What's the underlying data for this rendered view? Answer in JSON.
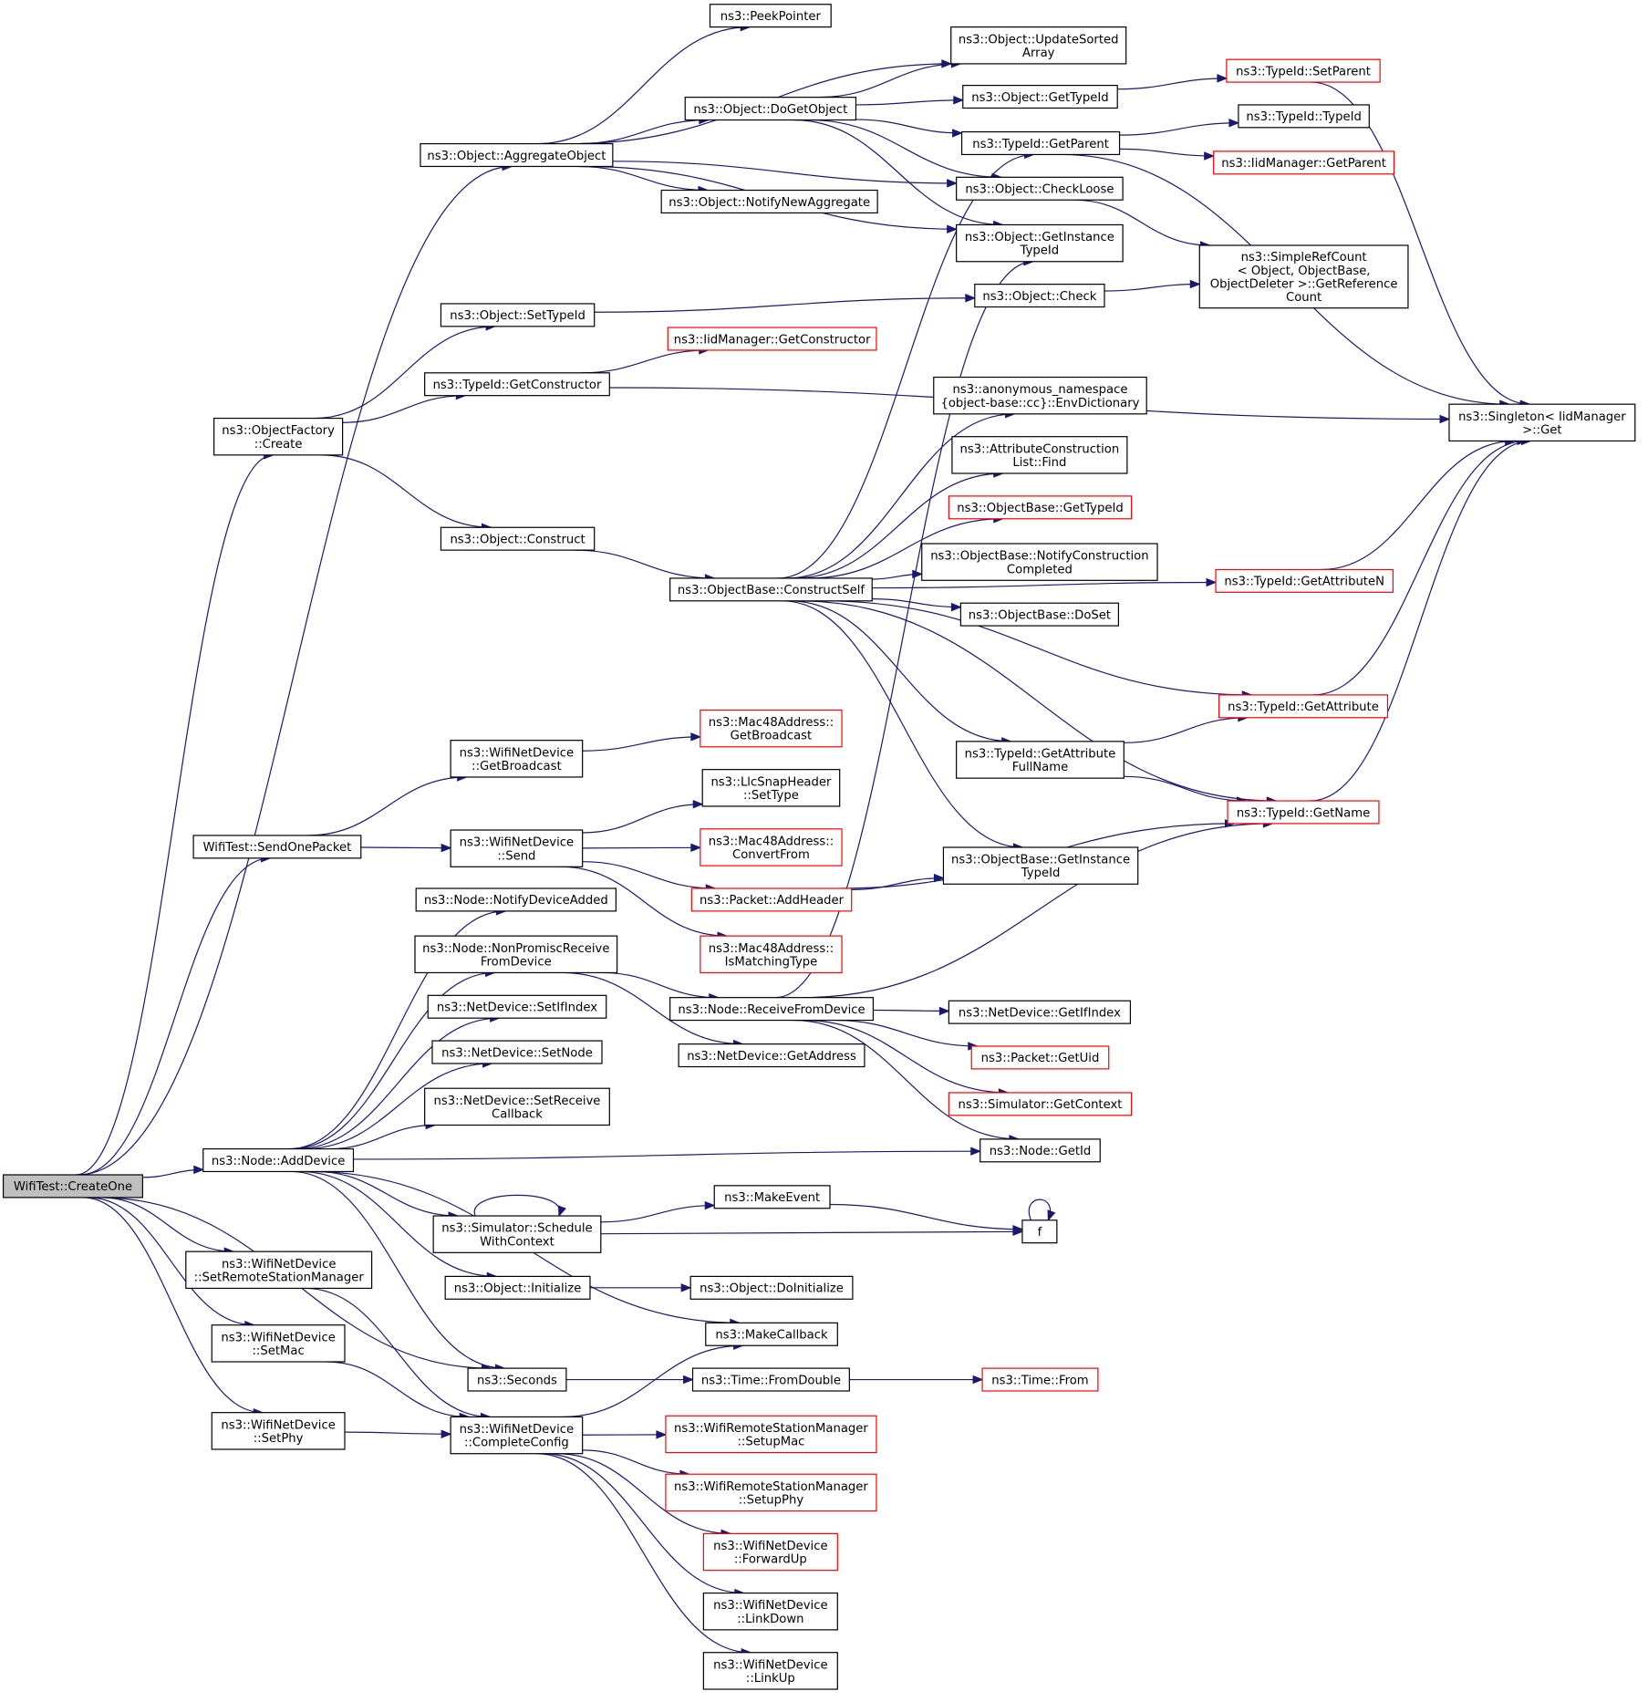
{
  "colors": {
    "edge": "#191970",
    "node_border": "#000000",
    "truncated_border": "#ff0000",
    "root_fill": "#bfbfbf",
    "node_fill": "#ffffff"
  },
  "nodes": [
    {
      "id": "createone",
      "lines": [
        "WifiTest::CreateOne"
      ],
      "style": "root"
    },
    {
      "id": "aggregate",
      "lines": [
        "ns3::Object::AggregateObject"
      ]
    },
    {
      "id": "peekpointer",
      "lines": [
        "ns3::PeekPointer"
      ]
    },
    {
      "id": "updatesorted",
      "lines": [
        "ns3::Object::UpdateSorted",
        "Array"
      ]
    },
    {
      "id": "dogetobject",
      "lines": [
        "ns3::Object::DoGetObject"
      ]
    },
    {
      "id": "obj_gettypeid",
      "lines": [
        "ns3::Object::GetTypeId"
      ]
    },
    {
      "id": "tid_setparent",
      "lines": [
        "ns3::TypeId::SetParent"
      ],
      "style": "truncated"
    },
    {
      "id": "tid_typeid",
      "lines": [
        "ns3::TypeId::TypeId"
      ]
    },
    {
      "id": "tid_getparent",
      "lines": [
        "ns3::TypeId::GetParent"
      ]
    },
    {
      "id": "iid_getparent",
      "lines": [
        "ns3::IidManager::GetParent"
      ],
      "style": "truncated"
    },
    {
      "id": "notifynewagg",
      "lines": [
        "ns3::Object::NotifyNewAggregate"
      ]
    },
    {
      "id": "checkloose",
      "lines": [
        "ns3::Object::CheckLoose"
      ]
    },
    {
      "id": "obj_getinstancetid",
      "lines": [
        "ns3::Object::GetInstance",
        "TypeId"
      ]
    },
    {
      "id": "simplerefcount",
      "lines": [
        "ns3::SimpleRefCount",
        "< Object, ObjectBase,",
        "ObjectDeleter >::GetReference",
        "Count"
      ]
    },
    {
      "id": "settypeid",
      "lines": [
        "ns3::Object::SetTypeId"
      ]
    },
    {
      "id": "obj_check",
      "lines": [
        "ns3::Object::Check"
      ]
    },
    {
      "id": "iid_getconstructor",
      "lines": [
        "ns3::IidManager::GetConstructor"
      ],
      "style": "truncated"
    },
    {
      "id": "tid_getconstructor",
      "lines": [
        "ns3::TypeId::GetConstructor"
      ]
    },
    {
      "id": "singleton_get",
      "lines": [
        "ns3::Singleton< IidManager",
        ">::Get"
      ]
    },
    {
      "id": "objfactory_create",
      "lines": [
        "ns3::ObjectFactory",
        "::Create"
      ]
    },
    {
      "id": "envdict",
      "lines": [
        "ns3::anonymous_namespace",
        "{object-base::cc}::EnvDictionary"
      ]
    },
    {
      "id": "attrconstr_find",
      "lines": [
        "ns3::AttributeConstruction",
        "List::Find"
      ]
    },
    {
      "id": "objbase_gettypeid",
      "lines": [
        "ns3::ObjectBase::GetTypeId"
      ],
      "style": "truncated"
    },
    {
      "id": "obj_construct",
      "lines": [
        "ns3::Object::Construct"
      ]
    },
    {
      "id": "notifyconstruction",
      "lines": [
        "ns3::ObjectBase::NotifyConstruction",
        "Completed"
      ]
    },
    {
      "id": "constructself",
      "lines": [
        "ns3::ObjectBase::ConstructSelf"
      ]
    },
    {
      "id": "tid_getattributen",
      "lines": [
        "ns3::TypeId::GetAttributeN"
      ],
      "style": "truncated"
    },
    {
      "id": "objbase_doset",
      "lines": [
        "ns3::ObjectBase::DoSet"
      ]
    },
    {
      "id": "tid_getattribute",
      "lines": [
        "ns3::TypeId::GetAttribute"
      ],
      "style": "truncated"
    },
    {
      "id": "mac48_getbroadcast",
      "lines": [
        "ns3::Mac48Address::",
        "GetBroadcast"
      ],
      "style": "truncated"
    },
    {
      "id": "wifi_getbroadcast",
      "lines": [
        "ns3::WifiNetDevice",
        "::GetBroadcast"
      ]
    },
    {
      "id": "tid_getattrfullname",
      "lines": [
        "ns3::TypeId::GetAttribute",
        "FullName"
      ]
    },
    {
      "id": "llcsnap_settype",
      "lines": [
        "ns3::LlcSnapHeader",
        "::SetType"
      ]
    },
    {
      "id": "tid_getname",
      "lines": [
        "ns3::TypeId::GetName"
      ],
      "style": "truncated"
    },
    {
      "id": "sendonepacket",
      "lines": [
        "WifiTest::SendOnePacket"
      ]
    },
    {
      "id": "wifi_send",
      "lines": [
        "ns3::WifiNetDevice",
        "::Send"
      ]
    },
    {
      "id": "mac48_convertfrom",
      "lines": [
        "ns3::Mac48Address::",
        "ConvertFrom"
      ],
      "style": "truncated"
    },
    {
      "id": "objbase_getinstancetid",
      "lines": [
        "ns3::ObjectBase::GetInstance",
        "TypeId"
      ]
    },
    {
      "id": "packet_addheader",
      "lines": [
        "ns3::Packet::AddHeader"
      ],
      "style": "truncated"
    },
    {
      "id": "notifydeviceadded",
      "lines": [
        "ns3::Node::NotifyDeviceAdded"
      ]
    },
    {
      "id": "mac48_ismatching",
      "lines": [
        "ns3::Mac48Address::",
        "IsMatchingType"
      ],
      "style": "truncated"
    },
    {
      "id": "nonpromisc",
      "lines": [
        "ns3::Node::NonPromiscReceive",
        "FromDevice"
      ]
    },
    {
      "id": "receivefromdevice",
      "lines": [
        "ns3::Node::ReceiveFromDevice"
      ]
    },
    {
      "id": "setifindex",
      "lines": [
        "ns3::NetDevice::SetIfIndex"
      ]
    },
    {
      "id": "getifindex",
      "lines": [
        "ns3::NetDevice::GetIfIndex"
      ]
    },
    {
      "id": "setnode",
      "lines": [
        "ns3::NetDevice::SetNode"
      ]
    },
    {
      "id": "getaddress",
      "lines": [
        "ns3::NetDevice::GetAddress"
      ]
    },
    {
      "id": "packet_getuid",
      "lines": [
        "ns3::Packet::GetUid"
      ],
      "style": "truncated"
    },
    {
      "id": "setreceivecb",
      "lines": [
        "ns3::NetDevice::SetReceive",
        "Callback"
      ]
    },
    {
      "id": "sim_getcontext",
      "lines": [
        "ns3::Simulator::GetContext"
      ],
      "style": "truncated"
    },
    {
      "id": "node_getid",
      "lines": [
        "ns3::Node::GetId"
      ]
    },
    {
      "id": "adddevice",
      "lines": [
        "ns3::Node::AddDevice"
      ]
    },
    {
      "id": "makeevent",
      "lines": [
        "ns3::MakeEvent"
      ]
    },
    {
      "id": "schedwithctx",
      "lines": [
        "ns3::Simulator::Schedule",
        "WithContext"
      ]
    },
    {
      "id": "f",
      "lines": [
        "f"
      ]
    },
    {
      "id": "setremotestation",
      "lines": [
        "ns3::WifiNetDevice",
        "::SetRemoteStationManager"
      ]
    },
    {
      "id": "obj_initialize",
      "lines": [
        "ns3::Object::Initialize"
      ]
    },
    {
      "id": "obj_doinitialize",
      "lines": [
        "ns3::Object::DoInitialize"
      ]
    },
    {
      "id": "wifi_setmac",
      "lines": [
        "ns3::WifiNetDevice",
        "::SetMac"
      ]
    },
    {
      "id": "makecallback",
      "lines": [
        "ns3::MakeCallback"
      ]
    },
    {
      "id": "seconds",
      "lines": [
        "ns3::Seconds"
      ]
    },
    {
      "id": "time_fromdouble",
      "lines": [
        "ns3::Time::FromDouble"
      ]
    },
    {
      "id": "time_from",
      "lines": [
        "ns3::Time::From"
      ],
      "style": "truncated"
    },
    {
      "id": "wifi_setphy",
      "lines": [
        "ns3::WifiNetDevice",
        "::SetPhy"
      ]
    },
    {
      "id": "completeconfig",
      "lines": [
        "ns3::WifiNetDevice",
        "::CompleteConfig"
      ]
    },
    {
      "id": "rsm_setupmac",
      "lines": [
        "ns3::WifiRemoteStationManager",
        "::SetupMac"
      ],
      "style": "truncated"
    },
    {
      "id": "rsm_setupphy",
      "lines": [
        "ns3::WifiRemoteStationManager",
        "::SetupPhy"
      ],
      "style": "truncated"
    },
    {
      "id": "forwardup",
      "lines": [
        "ns3::WifiNetDevice",
        "::ForwardUp"
      ],
      "style": "truncated"
    },
    {
      "id": "linkdown",
      "lines": [
        "ns3::WifiNetDevice",
        "::LinkDown"
      ]
    },
    {
      "id": "linkup",
      "lines": [
        "ns3::WifiNetDevice",
        "::LinkUp"
      ]
    }
  ],
  "edges": [
    [
      "createone",
      "aggregate"
    ],
    [
      "createone",
      "objfactory_create"
    ],
    [
      "createone",
      "sendonepacket"
    ],
    [
      "createone",
      "adddevice"
    ],
    [
      "createone",
      "setremotestation"
    ],
    [
      "createone",
      "wifi_setmac"
    ],
    [
      "createone",
      "wifi_setphy"
    ],
    [
      "createone",
      "seconds"
    ],
    [
      "aggregate",
      "peekpointer"
    ],
    [
      "aggregate",
      "updatesorted"
    ],
    [
      "aggregate",
      "dogetobject"
    ],
    [
      "aggregate",
      "notifynewagg"
    ],
    [
      "aggregate",
      "checkloose"
    ],
    [
      "aggregate",
      "obj_getinstancetid"
    ],
    [
      "dogetobject",
      "updatesorted"
    ],
    [
      "dogetobject",
      "obj_gettypeid"
    ],
    [
      "dogetobject",
      "tid_getparent"
    ],
    [
      "dogetobject",
      "checkloose"
    ],
    [
      "dogetobject",
      "obj_getinstancetid"
    ],
    [
      "obj_gettypeid",
      "tid_setparent"
    ],
    [
      "tid_setparent",
      "singleton_get"
    ],
    [
      "tid_getparent",
      "tid_typeid"
    ],
    [
      "tid_getparent",
      "iid_getparent"
    ],
    [
      "tid_getparent",
      "singleton_get"
    ],
    [
      "checkloose",
      "simplerefcount"
    ],
    [
      "obj_check",
      "simplerefcount"
    ],
    [
      "objfactory_create",
      "settypeid"
    ],
    [
      "objfactory_create",
      "tid_getconstructor"
    ],
    [
      "objfactory_create",
      "obj_construct"
    ],
    [
      "settypeid",
      "obj_check"
    ],
    [
      "tid_getconstructor",
      "iid_getconstructor"
    ],
    [
      "tid_getconstructor",
      "singleton_get"
    ],
    [
      "obj_construct",
      "constructself"
    ],
    [
      "constructself",
      "tid_getparent"
    ],
    [
      "constructself",
      "envdict"
    ],
    [
      "constructself",
      "attrconstr_find"
    ],
    [
      "constructself",
      "objbase_gettypeid"
    ],
    [
      "constructself",
      "notifyconstruction"
    ],
    [
      "constructself",
      "objbase_doset"
    ],
    [
      "constructself",
      "tid_getattributen"
    ],
    [
      "constructself",
      "tid_getattribute"
    ],
    [
      "constructself",
      "tid_getattrfullname"
    ],
    [
      "constructself",
      "tid_getname"
    ],
    [
      "constructself",
      "objbase_getinstancetid"
    ],
    [
      "tid_getattributen",
      "singleton_get"
    ],
    [
      "tid_getattribute",
      "singleton_get"
    ],
    [
      "tid_getname",
      "singleton_get"
    ],
    [
      "tid_getattrfullname",
      "tid_getattribute"
    ],
    [
      "tid_getattrfullname",
      "tid_getname"
    ],
    [
      "sendonepacket",
      "wifi_getbroadcast"
    ],
    [
      "sendonepacket",
      "wifi_send"
    ],
    [
      "wifi_getbroadcast",
      "mac48_getbroadcast"
    ],
    [
      "wifi_send",
      "llcsnap_settype"
    ],
    [
      "wifi_send",
      "mac48_convertfrom"
    ],
    [
      "wifi_send",
      "packet_addheader"
    ],
    [
      "wifi_send",
      "mac48_ismatching"
    ],
    [
      "packet_addheader",
      "objbase_getinstancetid"
    ],
    [
      "packet_addheader",
      "tid_getname"
    ],
    [
      "adddevice",
      "notifydeviceadded"
    ],
    [
      "adddevice",
      "nonpromisc"
    ],
    [
      "adddevice",
      "setifindex"
    ],
    [
      "adddevice",
      "setnode"
    ],
    [
      "adddevice",
      "setreceivecb"
    ],
    [
      "adddevice",
      "node_getid"
    ],
    [
      "adddevice",
      "schedwithctx"
    ],
    [
      "adddevice",
      "obj_initialize"
    ],
    [
      "adddevice",
      "makecallback"
    ],
    [
      "adddevice",
      "seconds"
    ],
    [
      "nonpromisc",
      "receivefromdevice"
    ],
    [
      "nonpromisc",
      "getaddress"
    ],
    [
      "receivefromdevice",
      "getifindex"
    ],
    [
      "receivefromdevice",
      "packet_getuid"
    ],
    [
      "receivefromdevice",
      "sim_getcontext"
    ],
    [
      "receivefromdevice",
      "node_getid"
    ],
    [
      "receivefromdevice",
      "obj_getinstancetid"
    ],
    [
      "receivefromdevice",
      "tid_getname"
    ],
    [
      "schedwithctx",
      "makeevent"
    ],
    [
      "schedwithctx",
      "f"
    ],
    [
      "schedwithctx",
      "schedwithctx"
    ],
    [
      "makeevent",
      "f"
    ],
    [
      "f",
      "f"
    ],
    [
      "obj_initialize",
      "obj_doinitialize"
    ],
    [
      "seconds",
      "time_fromdouble"
    ],
    [
      "time_fromdouble",
      "time_from"
    ],
    [
      "setremotestation",
      "completeconfig"
    ],
    [
      "wifi_setmac",
      "completeconfig"
    ],
    [
      "wifi_setphy",
      "completeconfig"
    ],
    [
      "completeconfig",
      "makecallback"
    ],
    [
      "completeconfig",
      "rsm_setupmac"
    ],
    [
      "completeconfig",
      "rsm_setupphy"
    ],
    [
      "completeconfig",
      "forwardup"
    ],
    [
      "completeconfig",
      "linkdown"
    ],
    [
      "completeconfig",
      "linkup"
    ]
  ]
}
